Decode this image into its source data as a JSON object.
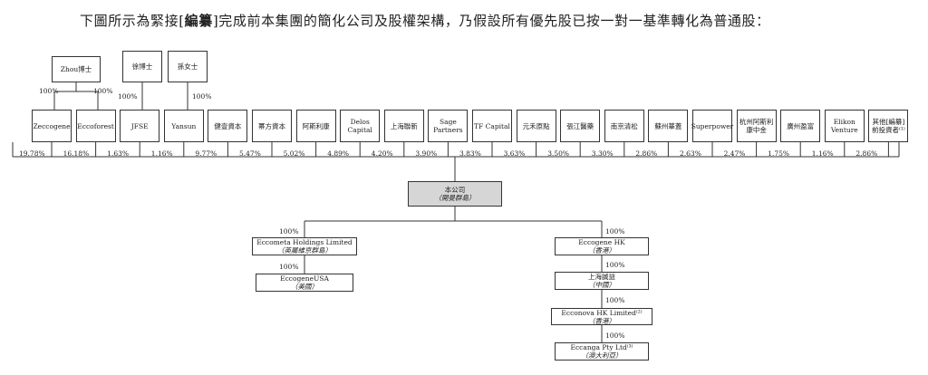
{
  "intro": {
    "pre": "下圖所示為緊接[",
    "redacted": "編纂",
    "post": "]完成前本集團的簡化公司及股權架構，乃假設所有優先股已按一對一基準轉化為普通股："
  },
  "top_persons": [
    {
      "name": "Zhou博士",
      "pct_left": "100%",
      "pct_right": "100%"
    },
    {
      "name": "徐博士",
      "pct": "100%"
    },
    {
      "name": "孫女士",
      "pct": "100%"
    }
  ],
  "shareholders": [
    {
      "label": "Zeccogene",
      "pct": "19.78%"
    },
    {
      "label": "Eccoforest",
      "pct": "16.18%"
    },
    {
      "label": "JFSE",
      "pct": "1.63%"
    },
    {
      "label": "Yansun",
      "pct": "1.16%"
    },
    {
      "label": "健壹資本",
      "pct": "9.77%"
    },
    {
      "label": "幂方資本",
      "pct": "5.47%"
    },
    {
      "label": "阿斯利康",
      "pct": "5.02%"
    },
    {
      "label": "Delos Capital",
      "pct": "4.89%"
    },
    {
      "label": "上海聯新",
      "pct": "4.20%"
    },
    {
      "label": "Sage Partners",
      "pct": "3.90%"
    },
    {
      "label": "TF Capital",
      "pct": "3.83%"
    },
    {
      "label": "元禾原點",
      "pct": "3.63%"
    },
    {
      "label": "張江醫藥",
      "pct": "3.50%"
    },
    {
      "label": "南京清松",
      "pct": "3.30%"
    },
    {
      "label": "蘇州華蓋",
      "pct": "2.86%"
    },
    {
      "label": "Superpower",
      "pct": "2.63%"
    },
    {
      "label": "杭州阿斯利康中金",
      "pct": "2.47%"
    },
    {
      "label": "廣州盈富",
      "pct": "1.75%"
    },
    {
      "label": "Elikon Venture",
      "pct": "1.16%"
    },
    {
      "label": "其他[編纂]前投資者⁽¹⁾",
      "pct": "2.86%"
    }
  ],
  "company": {
    "name": "本公司",
    "place": "（開曼群島）"
  },
  "left_chain": [
    {
      "name": "Eccometa Holdings Limited",
      "place": "（英屬維京群島）",
      "pct": "100%"
    },
    {
      "name": "EccogeneUSA",
      "place": "（美國）",
      "pct": "100%"
    }
  ],
  "right_chain": [
    {
      "name": "Eccogene HK",
      "place": "（香港）",
      "pct": "100%"
    },
    {
      "name": "上海誠益",
      "place": "（中國）",
      "pct": "100%"
    },
    {
      "name": "Ecconova HK Limited⁽²⁾",
      "place": "（香港）",
      "pct": "100%"
    },
    {
      "name": "Eccanga Pty Ltd⁽³⁾",
      "place": "（澳大利亞）",
      "pct": "100%"
    }
  ]
}
